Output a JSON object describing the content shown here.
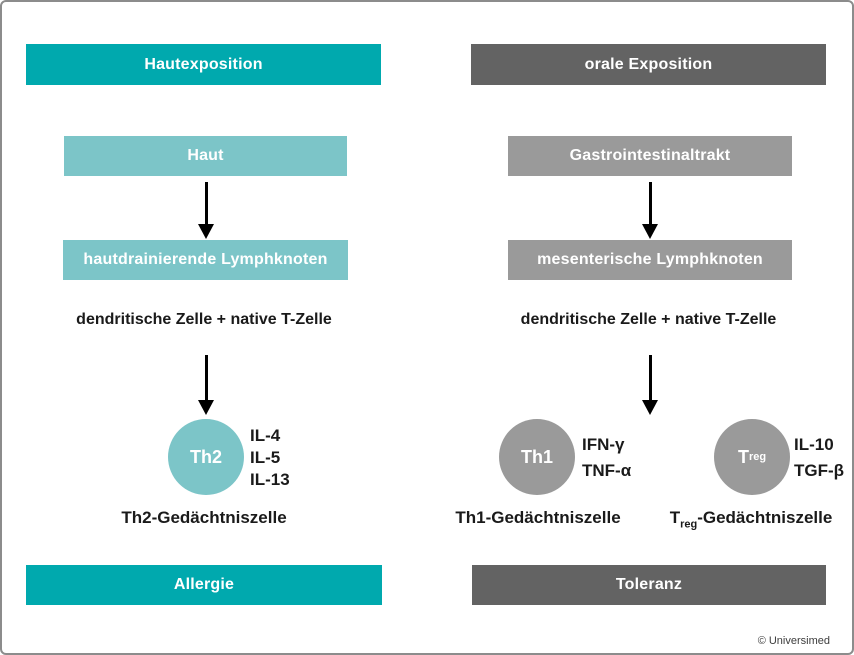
{
  "palette": {
    "teal": "#00a9ae",
    "teal_light": "#7cc5c8",
    "gray_dark": "#636363",
    "gray_mid": "#9a9a9a",
    "arrow_black": "#000000"
  },
  "skin_pathway": {
    "header": "Hautexposition",
    "organ": "Haut",
    "lymph_node": "hautdrainierende Lymphknoten",
    "priming": "dendritische Zelle + native T-Zelle",
    "cells": [
      {
        "name_main": "Th2",
        "name_sub": "",
        "cytokines": [
          "IL-4",
          "IL-5",
          "IL-13"
        ],
        "memory_main": "Th2",
        "memory_sub": "",
        "memory_suffix": "-Gedächtniszelle"
      }
    ],
    "outcome": "Allergie"
  },
  "oral_pathway": {
    "header": "orale Exposition",
    "organ": "Gastrointestinaltrakt",
    "lymph_node": "mesenterische Lymphknoten",
    "priming": "dendritische Zelle + native T-Zelle",
    "cells": [
      {
        "name_main": "Th1",
        "name_sub": "",
        "cytokines": [
          "IFN-γ",
          "TNF-α"
        ],
        "memory_main": "Th1",
        "memory_sub": "",
        "memory_suffix": "-Gedächtniszelle"
      },
      {
        "name_main": "T",
        "name_sub": "reg",
        "cytokines": [
          "IL-10",
          "TGF-β"
        ],
        "memory_main": "T",
        "memory_sub": "reg",
        "memory_suffix": "-Gedächtniszelle"
      }
    ],
    "outcome": "Toleranz"
  },
  "credit": "© Universimed"
}
